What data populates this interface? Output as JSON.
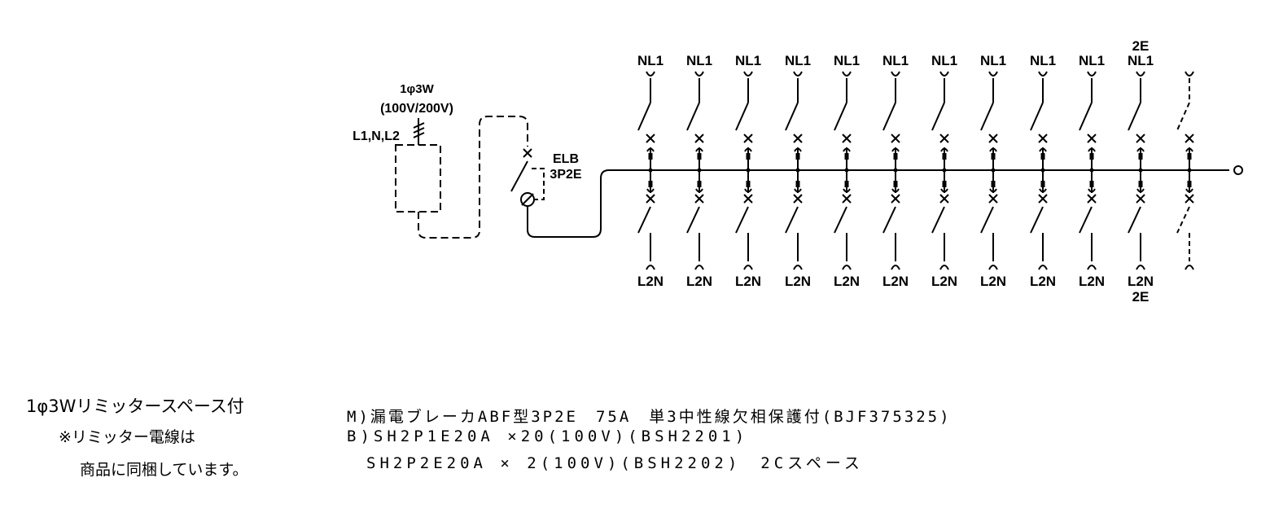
{
  "supply": {
    "title": "1φ3W",
    "voltage": "(100V/200V)",
    "lines": "L1,N,L2"
  },
  "main_breaker": {
    "type": "ELB",
    "poles": "3P2E"
  },
  "branches": [
    {
      "top": "NL1",
      "top_extra": "",
      "bottom": "L2N",
      "bottom_extra": "",
      "spare": false
    },
    {
      "top": "NL1",
      "top_extra": "",
      "bottom": "L2N",
      "bottom_extra": "",
      "spare": false
    },
    {
      "top": "NL1",
      "top_extra": "",
      "bottom": "L2N",
      "bottom_extra": "",
      "spare": false
    },
    {
      "top": "NL1",
      "top_extra": "",
      "bottom": "L2N",
      "bottom_extra": "",
      "spare": false
    },
    {
      "top": "NL1",
      "top_extra": "",
      "bottom": "L2N",
      "bottom_extra": "",
      "spare": false
    },
    {
      "top": "NL1",
      "top_extra": "",
      "bottom": "L2N",
      "bottom_extra": "",
      "spare": false
    },
    {
      "top": "NL1",
      "top_extra": "",
      "bottom": "L2N",
      "bottom_extra": "",
      "spare": false
    },
    {
      "top": "NL1",
      "top_extra": "",
      "bottom": "L2N",
      "bottom_extra": "",
      "spare": false
    },
    {
      "top": "NL1",
      "top_extra": "",
      "bottom": "L2N",
      "bottom_extra": "",
      "spare": false
    },
    {
      "top": "NL1",
      "top_extra": "",
      "bottom": "L2N",
      "bottom_extra": "",
      "spare": false
    },
    {
      "top": "NL1",
      "top_extra": "2E",
      "bottom": "L2N",
      "bottom_extra": "2E",
      "spare": false
    },
    {
      "top": "",
      "top_extra": "",
      "bottom": "",
      "bottom_extra": "",
      "spare": true
    }
  ],
  "notes_left": {
    "line1": "1φ3Wリミッタースペース付",
    "line2": "※リミッター電線は",
    "line3": "商品に同梱しています。"
  },
  "notes_right": {
    "line1": "M)漏電ブレーカABF型3P2E　75A　単3中性線欠相保護付(BJF375325)",
    "line2": "B)SH2P1E20A ×20(100V)(BSH2201)",
    "line3": "　SH2P2E20A × 2(100V)(BSH2202)　2Cスペース"
  }
}
